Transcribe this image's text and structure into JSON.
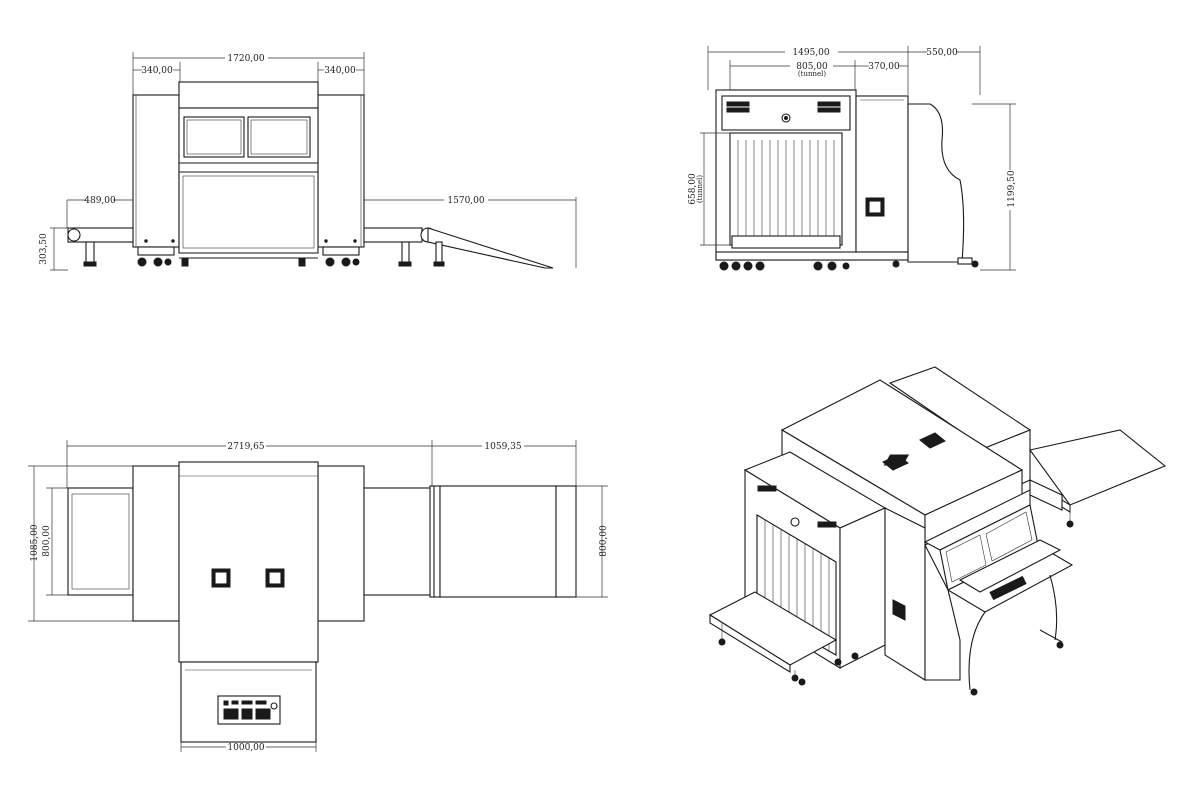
{
  "front_view": {
    "overall_width": "1720,00",
    "left_module": "340,00",
    "right_module": "340,00",
    "infeed_length": "489,00",
    "outfeed_length": "1570,00",
    "roller_height": "303,50"
  },
  "side_view": {
    "overall_depth": "1495,00",
    "tunnel_width": "805,00",
    "tunnel_width_note": "(tunnel)",
    "console_offset": "370,00",
    "console_depth": "550,00",
    "tunnel_height": "658,00",
    "tunnel_height_note": "(tunnel)",
    "overall_height": "1199,50"
  },
  "top_view": {
    "overall_length": "2719,65",
    "extension_length": "1059,35",
    "overall_width": "1085,00",
    "belt_width_left": "800,00",
    "belt_width_right": "800,00",
    "console_width": "1000,00"
  },
  "iso_view": {}
}
